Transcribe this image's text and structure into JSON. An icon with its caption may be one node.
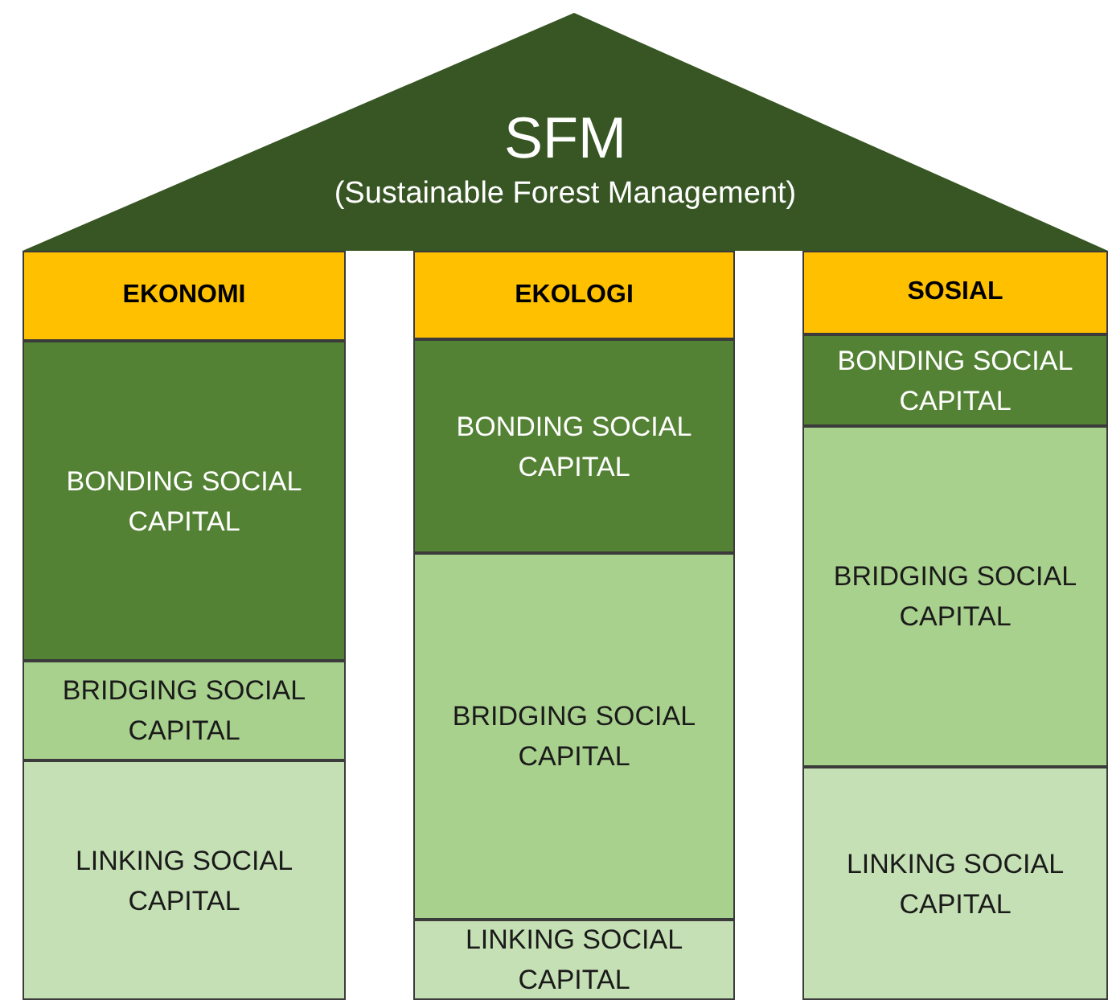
{
  "diagram": {
    "nodes": [
      {
        "text": [
          "SFM",
          "(Sustainable Forest Management)"
        ]
      },
      {
        "text": [
          "EKONOMI"
        ]
      },
      {
        "text": [
          "BONDING SOCIAL CAPITAL"
        ]
      },
      {
        "text": [
          "BRIDGING SOCIAL CAPITAL"
        ]
      },
      {
        "text": [
          "LINKING SOCIAL CAPITAL"
        ]
      },
      {
        "text": [
          "EKOLOGI"
        ]
      },
      {
        "text": [
          "BONDING SOCIAL CAPITAL"
        ]
      },
      {
        "text": [
          "BRIDGING SOCIAL CAPITAL"
        ]
      },
      {
        "text": [
          "LINKING SOCIAL CAPITAL"
        ]
      },
      {
        "text": [
          "SOSIAL"
        ]
      },
      {
        "text": [
          "BONDING SOCIAL CAPITAL"
        ]
      },
      {
        "text": [
          "BRIDGING SOCIAL CAPITAL"
        ]
      },
      {
        "text": [
          "LINKING SOCIAL CAPITAL"
        ]
      }
    ]
  }
}
